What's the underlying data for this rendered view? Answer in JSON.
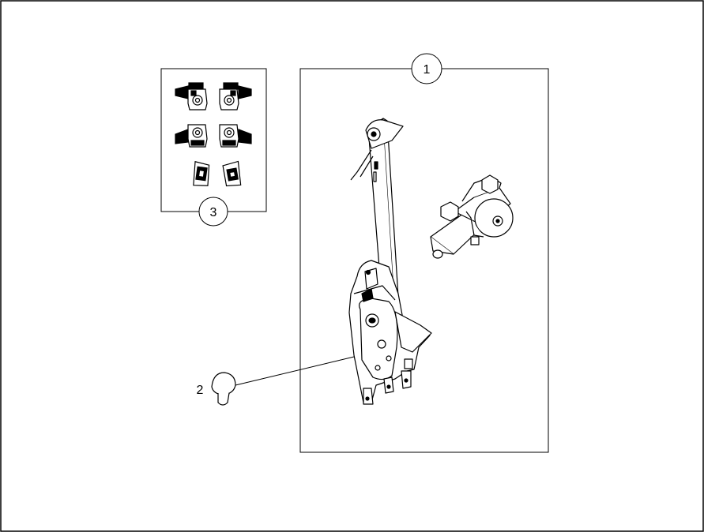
{
  "callouts": {
    "regulator_assembly": "1",
    "push_pin_fastener": "2",
    "clip_kit": "3"
  },
  "colors": {
    "line": "#000000",
    "background": "#ffffff",
    "shade": "#000000"
  }
}
